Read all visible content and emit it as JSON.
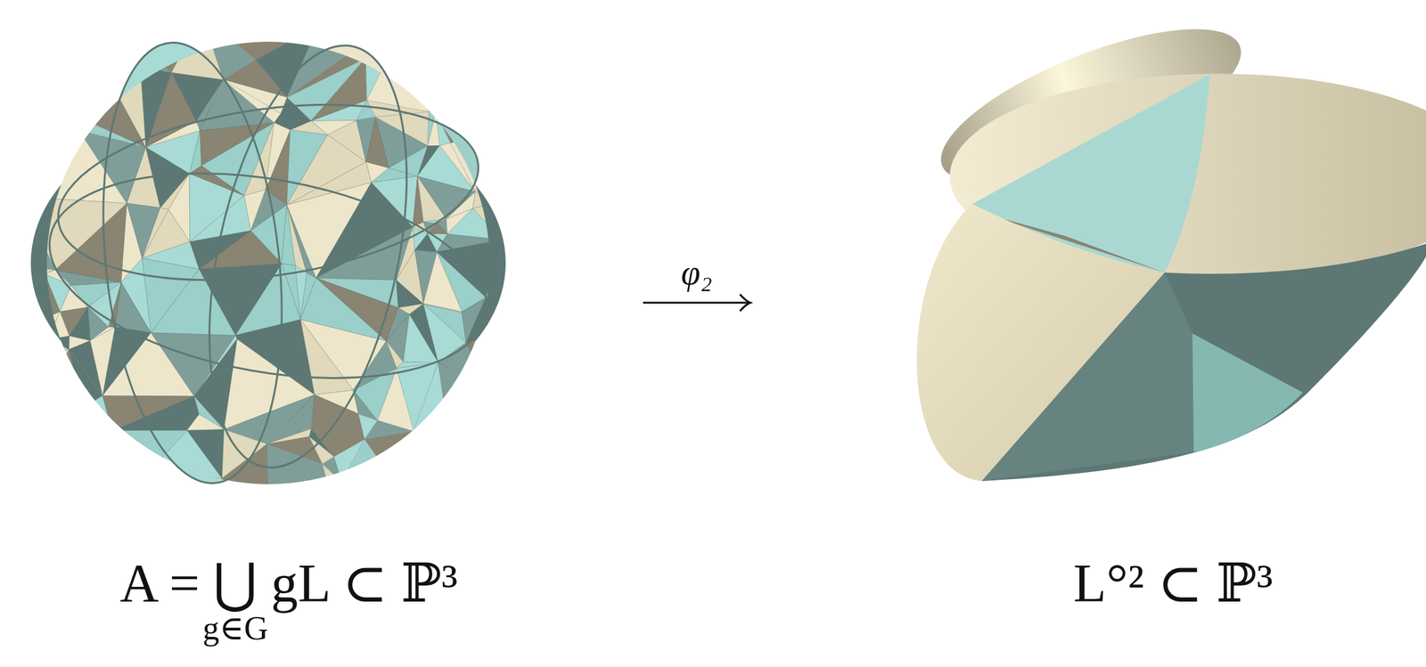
{
  "diagram": {
    "nodes": [
      {
        "text": [
          "A = ⋃ gL ⊂ ℙ³",
          "g∈G"
        ]
      },
      {
        "text": [
          "L°² ⊂ ℙ³"
        ]
      }
    ],
    "edges": [
      {
        "from": 0,
        "to": 1,
        "arrow": "to",
        "label": "φ₂"
      }
    ]
  }
}
